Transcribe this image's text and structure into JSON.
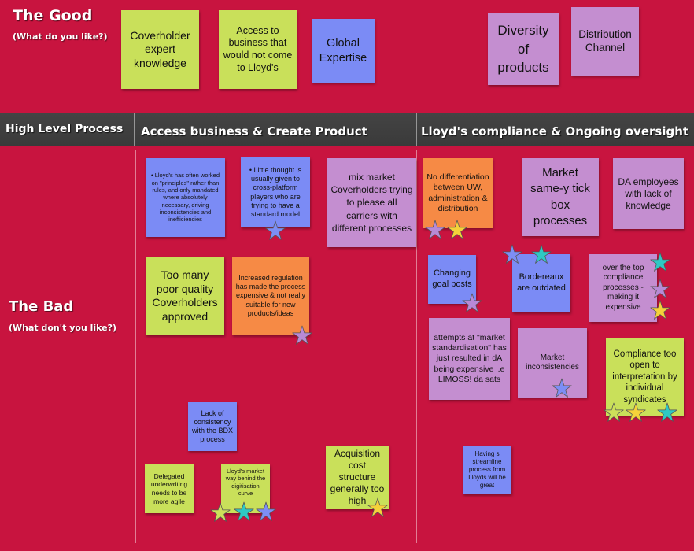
{
  "sections": {
    "good": {
      "title": "The Good",
      "subtitle": "(What do you like?)"
    },
    "bad": {
      "title": "The Bad",
      "subtitle": "(What don't you like?)"
    },
    "process_label": "High Level  Process",
    "col1": "Access business & Create Product",
    "col2": "Lloyd's compliance & Ongoing oversight"
  },
  "colors": {
    "background": "#c8143f",
    "band": "#3f3f3f",
    "green": "#c9e05a",
    "blue": "#7b8bf5",
    "purple": "#c48ed0",
    "orange": "#f68a45",
    "star_purple": "#b88ad6",
    "star_yellow": "#f5d13a",
    "star_teal": "#2ec9c4",
    "star_blue": "#7d8ef5",
    "star_green": "#cde05a"
  },
  "notes": {
    "good1": "Coverholder expert knowledge",
    "good2": "Access to business that would not come to Lloyd's",
    "good3": "Global Expertise",
    "good4": "Diversity of products",
    "good5": "Distribution Channel",
    "b1": "• Lloyd's has often worked on \"principles\" rather than rules, and only mandated where absolutely necessary, driving inconsistencies and inefficiencies",
    "b2": "• Little thought is usually given to cross-platform players who are trying to have a standard model",
    "b3": "mix market Coverholders trying to please all carriers with different processes",
    "b4": "No differentiation between UW, administration & distribution",
    "b5": "Market same-y tick box processes",
    "b6": "DA employees with lack of knowledge",
    "b7": "Too many poor quality Coverholders approved",
    "b8": "Increased regulation has made the process expensive & not really suitable for new products/ideas",
    "b9": "Changing goal posts",
    "b10": "Bordereaux are outdated",
    "b11": "over the top compliance processes - making it expensive",
    "b12": "attempts at \"market standardisation\" has just resulted in dA being expensive i.e LIMOSS! da sats",
    "b13": "Market inconsistencies",
    "b14": "Compliance too open to interpretation by individual syndicates",
    "b15": "Lack of consistency with the BDX process",
    "b16": "Delegated underwriting needs to be more agile",
    "b17": "Lloyd's market way behind the digitisation curve",
    "b18": "Acquisition cost structure generally too high",
    "b19": "Having s streamline process from Lloyds will be great"
  },
  "stars": [
    {
      "note": "b2",
      "color": "star_blue"
    },
    {
      "note": "b4",
      "color": "star_purple"
    },
    {
      "note": "b4",
      "color": "star_yellow"
    },
    {
      "note": "b8",
      "color": "star_purple"
    },
    {
      "note": "b9",
      "color": "star_purple"
    },
    {
      "note": "b10",
      "color": "star_blue"
    },
    {
      "note": "b10",
      "color": "star_teal"
    },
    {
      "note": "b11",
      "color": "star_teal"
    },
    {
      "note": "b11",
      "color": "star_purple"
    },
    {
      "note": "b11",
      "color": "star_yellow"
    },
    {
      "note": "b13",
      "color": "star_blue"
    },
    {
      "note": "b14",
      "color": "star_green"
    },
    {
      "note": "b14",
      "color": "star_yellow"
    },
    {
      "note": "b14",
      "color": "star_teal"
    },
    {
      "note": "b17",
      "color": "star_green"
    },
    {
      "note": "b17",
      "color": "star_teal"
    },
    {
      "note": "b17",
      "color": "star_blue"
    },
    {
      "note": "b18",
      "color": "star_yellow"
    }
  ]
}
